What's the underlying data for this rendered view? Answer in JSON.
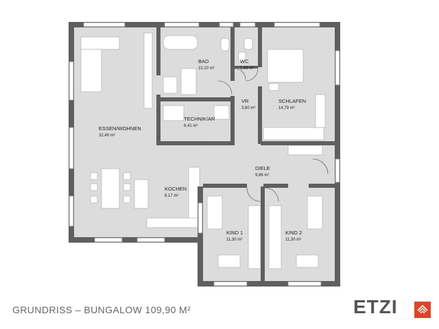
{
  "title": "GRUNDRISS – BUNGALOW 109,90 M²",
  "brand": {
    "name": "ETZI"
  },
  "colors": {
    "wall": "#5f5f5f",
    "floor": "#dcdcdc",
    "furniture": "#ffffff",
    "brand_accent": "#d9472b"
  },
  "rooms": [
    {
      "name": "BAD",
      "area": "10,10 m²"
    },
    {
      "name": "WC",
      "area": "1,88 m²"
    },
    {
      "name": "SCHLAFEN",
      "area": "14,79 m²"
    },
    {
      "name": "VR",
      "area": "3,60 m²"
    },
    {
      "name": "TECHNIK/AR",
      "area": "6,41 m²"
    },
    {
      "name": "ESSEN/WOHNEN",
      "area": "32,49 m²"
    },
    {
      "name": "DIELE",
      "area": "9,86 m²"
    },
    {
      "name": "KOCHEN",
      "area": "8,17 m²"
    },
    {
      "name": "KIND 1",
      "area": "11,30 m²"
    },
    {
      "name": "KIND 2",
      "area": "11,30 m²"
    }
  ]
}
